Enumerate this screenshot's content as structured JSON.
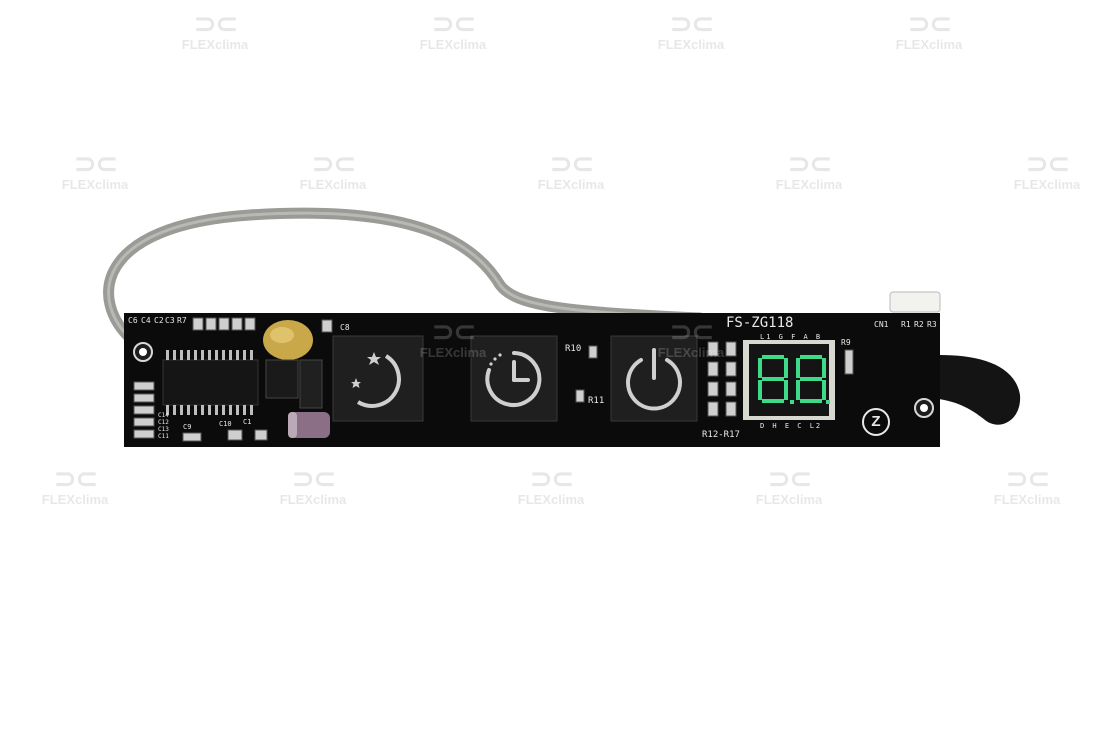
{
  "watermark": {
    "brand": "FLEXclima"
  },
  "board": {
    "model": "FS-ZG118",
    "colors": {
      "pcb": "#0b0b0b",
      "silkscreen": "#e8e8e8",
      "display_digit": "#3fd98a",
      "cable": "#9a9a96"
    },
    "buttons": [
      {
        "name": "sleep",
        "icon": "moon-stars-icon"
      },
      {
        "name": "timer",
        "icon": "clock-icon"
      },
      {
        "name": "power",
        "icon": "power-icon"
      }
    ],
    "display": {
      "value": "8.8.",
      "top_labels": "L1 G F A B",
      "bottom_labels": "D H E C L2"
    },
    "labels": {
      "c6": "C6",
      "c4": "C4",
      "c2": "C2",
      "c3": "C3",
      "r7": "R7",
      "c8": "C8",
      "c9": "C9",
      "c10": "C10",
      "c1": "C1",
      "c14": "C14",
      "c12": "C12",
      "c13": "C13",
      "c11": "C11",
      "r10": "R10",
      "r11": "R11",
      "r9": "R9",
      "r12_r17": "R12-R17",
      "cn1": "CN1",
      "r1": "R1",
      "r2": "R2",
      "r3": "R3"
    },
    "logo_letter": "Z"
  }
}
